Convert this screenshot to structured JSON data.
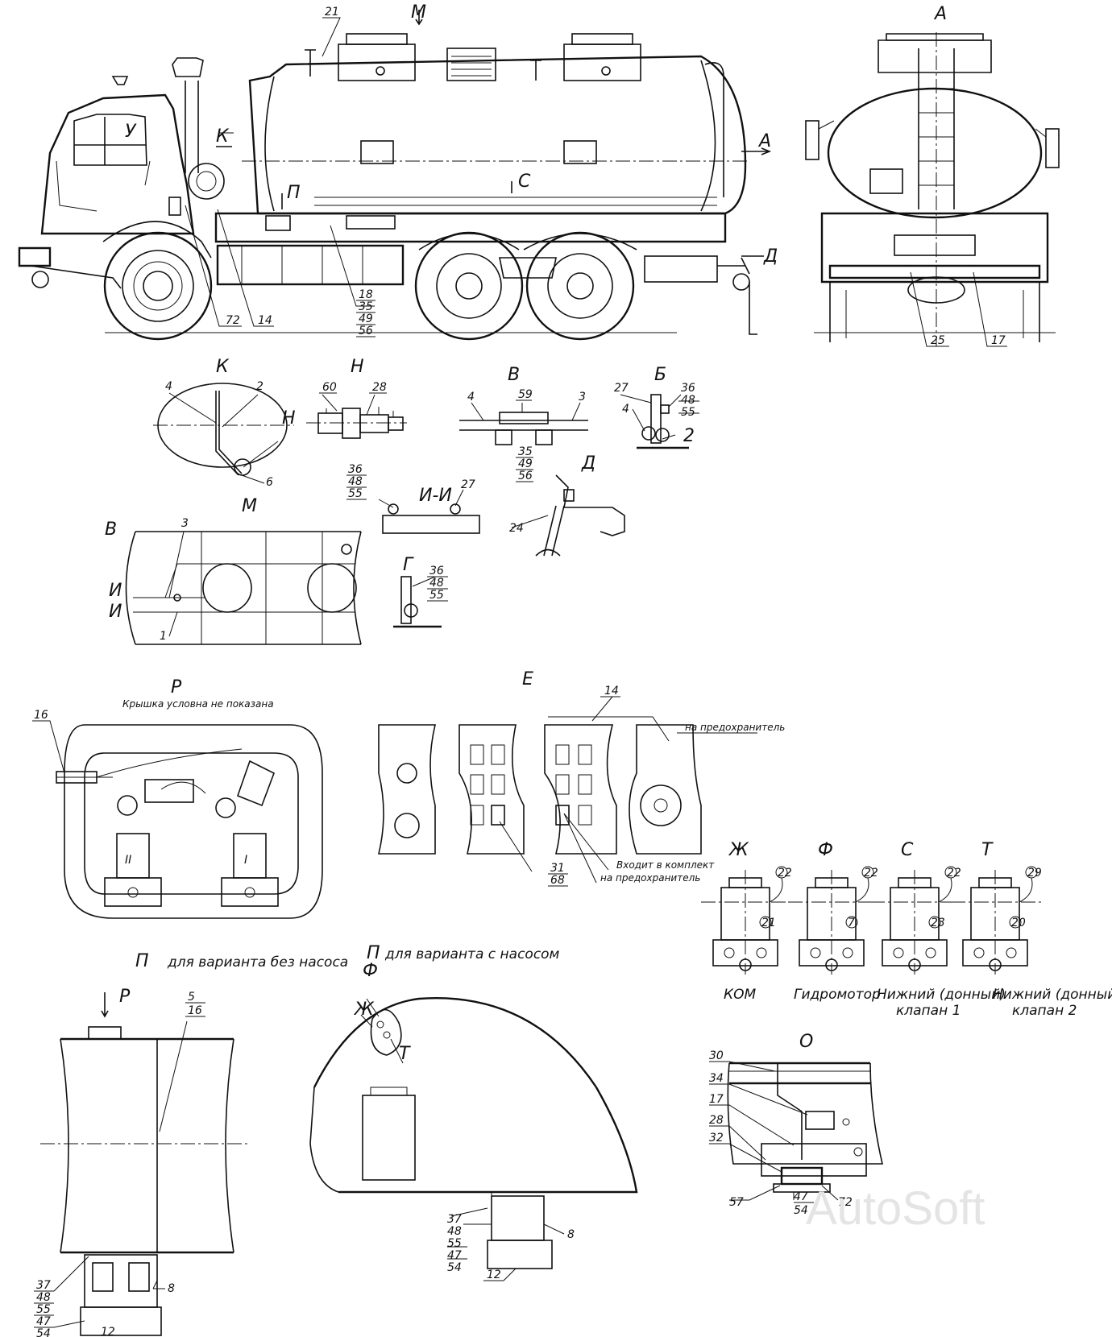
{
  "views": {
    "A": "А",
    "K": "К",
    "M": "М",
    "U": "У",
    "S": "С",
    "P": "П",
    "D": "Д",
    "N": "Н",
    "V": "В",
    "B": "Б",
    "II": "И-И",
    "I": "И",
    "G": "Г",
    "R": "Р",
    "E": "Е",
    "ZH": "Ж",
    "F": "Ф",
    "T": "Т",
    "O": "О"
  },
  "labels": {
    "l1": "1",
    "l2": "2",
    "l3": "3",
    "l4": "4",
    "l5": "5",
    "l6": "6",
    "l7": "7",
    "l8": "8",
    "l12": "12",
    "l14": "14",
    "l16": "16",
    "l17": "17",
    "l18": "18",
    "l20": "20",
    "l21": "21",
    "l22": "22",
    "l23": "23",
    "l24": "24",
    "l25": "25",
    "l27": "27",
    "l28": "28",
    "l29": "29",
    "l30": "30",
    "l31": "31",
    "l32": "32",
    "l34": "34",
    "l35": "35",
    "l36": "36",
    "l37": "37",
    "l47": "47",
    "l48": "48",
    "l49": "49",
    "l54": "54",
    "l55": "55",
    "l56": "56",
    "l57": "57",
    "l59": "59",
    "l60": "60",
    "l68": "68",
    "l72": "72"
  },
  "valve_roman": {
    "two": "II",
    "one": "I"
  },
  "notes": {
    "cover_not_shown": "Крышка условна не показана",
    "to_fuse": "на предохранитель",
    "included_in_kit": "Входит в комплект",
    "view_p_no_pump": "для варианта без насоса",
    "view_p_with_pump": "для варианта с насосом"
  },
  "captions": {
    "kom": "КОМ",
    "hydromotor": "Гидромотор",
    "bottom_valve_1_l1": "Нижний (донный)",
    "bottom_valve_1_l2": "клапан 1",
    "bottom_valve_2_l1": "Нижний (донный)",
    "bottom_valve_2_l2": "клапан 2"
  },
  "watermark": "AutoSoft"
}
